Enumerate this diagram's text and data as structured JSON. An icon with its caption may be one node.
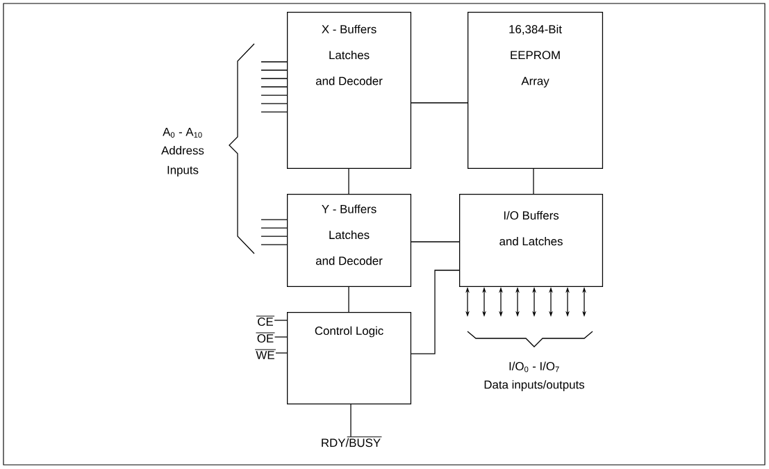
{
  "diagram": {
    "nodes": [
      {
        "text": [
          "X - Buffers Latches and Decoder"
        ]
      },
      {
        "text": [
          "16,384-Bit EEPROM Array"
        ]
      },
      {
        "text": [
          "Y - Buffers Latches and Decoder"
        ]
      },
      {
        "text": [
          "I/O Buffers and Latches"
        ]
      },
      {
        "text": [
          "Control Logic"
        ]
      },
      {
        "text": [
          "CE"
        ]
      },
      {
        "text": [
          "OE"
        ]
      },
      {
        "text": [
          "WE"
        ]
      },
      {
        "text": [
          "RDY/BUSY"
        ]
      }
    ],
    "edges": [
      {
        "from": 0,
        "to": 1,
        "arrow": "none"
      },
      {
        "from": 0,
        "to": 2,
        "arrow": "none"
      },
      {
        "from": 1,
        "to": 3,
        "arrow": "none"
      },
      {
        "from": 2,
        "to": 3,
        "arrow": "none"
      },
      {
        "from": 2,
        "to": 4,
        "arrow": "none"
      },
      {
        "from": 4,
        "to": 3,
        "arrow": "none"
      },
      {
        "from": 5,
        "to": 4,
        "arrow": "none"
      },
      {
        "from": 6,
        "to": 4,
        "arrow": "none"
      },
      {
        "from": 7,
        "to": 4,
        "arrow": "none"
      },
      {
        "from": 4,
        "to": 8,
        "arrow": "none"
      },
      {
        "from": null,
        "to": 0,
        "arrow": "none"
      },
      {
        "from": null,
        "to": 0,
        "arrow": "none"
      },
      {
        "from": null,
        "to": 0,
        "arrow": "none"
      },
      {
        "from": null,
        "to": 0,
        "arrow": "none"
      },
      {
        "from": null,
        "to": 0,
        "arrow": "none"
      },
      {
        "from": null,
        "to": 0,
        "arrow": "none"
      },
      {
        "from": null,
        "to": 0,
        "arrow": "none"
      },
      {
        "from": null,
        "to": 2,
        "arrow": "none"
      },
      {
        "from": null,
        "to": 2,
        "arrow": "none"
      },
      {
        "from": null,
        "to": 2,
        "arrow": "none"
      },
      {
        "from": null,
        "to": 2,
        "arrow": "none"
      },
      {
        "from": 3,
        "to": null,
        "arrow": "both"
      },
      {
        "from": 3,
        "to": null,
        "arrow": "both"
      },
      {
        "from": 3,
        "to": null,
        "arrow": "both"
      },
      {
        "from": 3,
        "to": null,
        "arrow": "both"
      },
      {
        "from": 3,
        "to": null,
        "arrow": "both"
      },
      {
        "from": 3,
        "to": null,
        "arrow": "both"
      },
      {
        "from": 3,
        "to": null,
        "arrow": "both"
      },
      {
        "from": 3,
        "to": null,
        "arrow": "both"
      }
    ],
    "labels": [
      "A$_{0}$ - A$_{10}$",
      "Address Inputs",
      "I/O$_{0}$ - I/O$_{7}$",
      "Data inputs/outputs"
    ]
  }
}
